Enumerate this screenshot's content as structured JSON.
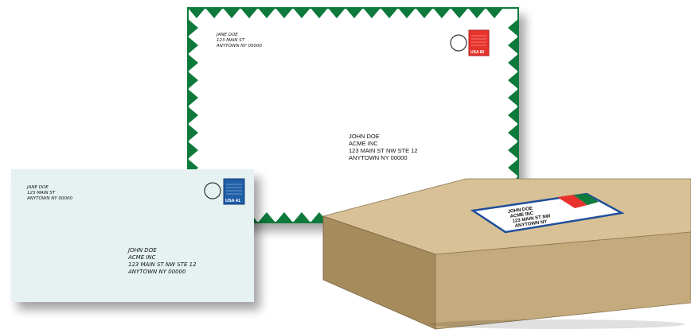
{
  "large_envelope": {
    "return_address": [
      "JANE DOE",
      "123 MAIN ST",
      "ANYTOWN NY 00000"
    ],
    "recipient_address": [
      "JOHN DOE",
      "ACME INC",
      "123 MAIN ST NW STE 12",
      "ANYTOWN NY 00000"
    ],
    "stamp_label": "USA 80",
    "stamp_color": "#e8332c",
    "border_color": "#0e7a3b"
  },
  "small_envelope": {
    "return_address": [
      "JANE DOE",
      "123 MAIN ST",
      "ANYTOWN NY 00000"
    ],
    "recipient_address": [
      "JOHN DOE",
      "ACME INC",
      "123 MAIN ST NW STE 12",
      "ANYTOWN NY 00000"
    ],
    "stamp_label": "USA 41",
    "stamp_color": "#1f5fa8",
    "paper_color": "#e6f1f1"
  },
  "parcel": {
    "label_lines": [
      "JOHN DOE",
      "ACME INC",
      "123 MAIN ST NW",
      "ANYTOWN NY"
    ],
    "box_color": "#c4aa7c",
    "label_border_color": "#1f4f9a"
  }
}
